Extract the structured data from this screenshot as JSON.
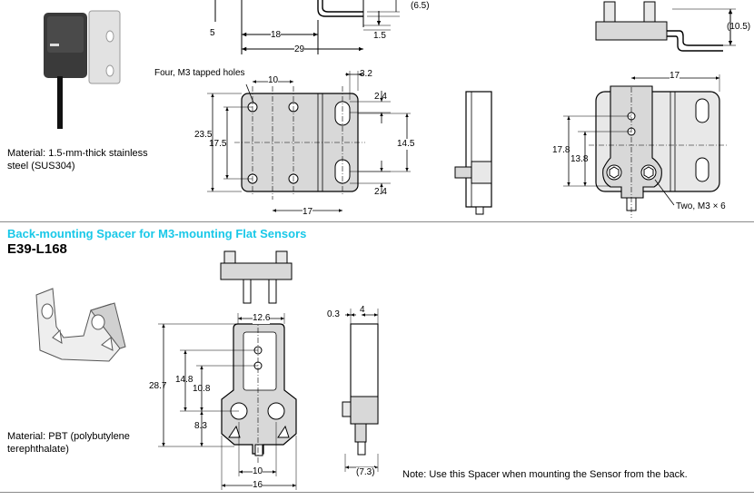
{
  "top_section": {
    "material": "Material: 1.5-mm-thick stainless steel (SUS304)",
    "tapped_holes_label": "Four, M3 tapped holes",
    "screws_label": "Two, M3 × 6",
    "dims": {
      "d_5": "5",
      "d_18": "18",
      "d_29": "29",
      "d_1_5": "1.5",
      "d_6_5": "(6.5)",
      "d_10_5": "(10.5)",
      "d_17_right": "17",
      "d_10": "10",
      "d_3_2": "3.2",
      "d_2_4_top": "2.4",
      "d_2_4_bot": "2.4",
      "d_23_5": "23.5",
      "d_17_5": "17.5",
      "d_14_5": "14.5",
      "d_17_bottom": "17",
      "d_17_8": "17.8",
      "d_13_8": "13.8"
    }
  },
  "bottom_section": {
    "title": "Back-mounting Spacer for M3-mounting Flat Sensors",
    "model": "E39-L168",
    "material": "Material: PBT (polybutylene terephthalate)",
    "note": "Note:  Use this Spacer when mounting the Sensor from the back.",
    "dims": {
      "d_12_6": "12.6",
      "d_28_7": "28.7",
      "d_14_8": "14.8",
      "d_10_8": "10.8",
      "d_8_3": "8.3",
      "d_10": "10",
      "d_16": "16",
      "d_0_3": "0.3",
      "d_4": "4",
      "d_7_3": "(7.3)"
    }
  },
  "colors": {
    "title_cyan": "#19c8e8",
    "part_fill": "#d8d8d8",
    "part_fill_light": "#e8e8e8",
    "sensor_body": "#3a3a3a"
  }
}
